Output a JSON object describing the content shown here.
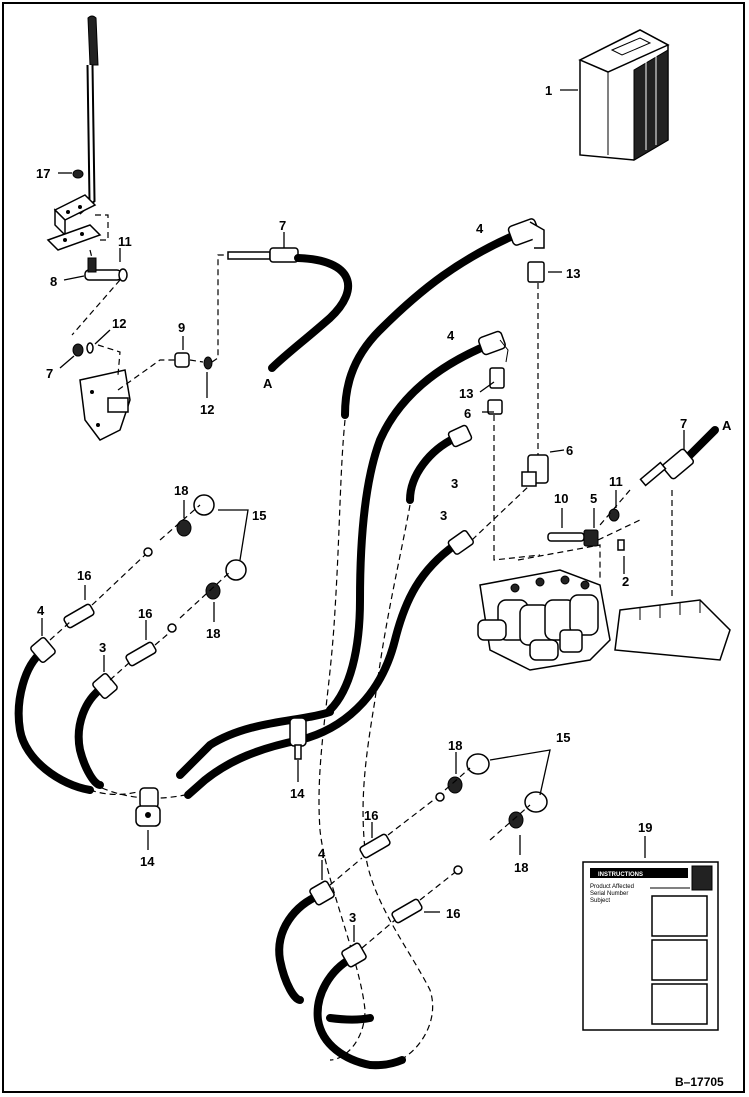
{
  "figure_id": "B–17705",
  "callouts": {
    "c1": "1",
    "c2": "2",
    "c3a": "3",
    "c3b": "3",
    "c3c": "3",
    "c3d": "3",
    "c4a": "4",
    "c4b": "4",
    "c4c": "4",
    "c4d": "4",
    "c5": "5",
    "c6a": "6",
    "c6b": "6",
    "c7a": "7",
    "c7b": "7",
    "c7c": "7",
    "c8": "8",
    "c9": "9",
    "c10": "10",
    "c11a": "11",
    "c11b": "11",
    "c12a": "12",
    "c12b": "12",
    "c13a": "13",
    "c13b": "13",
    "c14a": "14",
    "c14b": "14",
    "c15a": "15",
    "c15b": "15",
    "c16a": "16",
    "c16b": "16",
    "c16c": "16",
    "c16d": "16",
    "c17": "17",
    "c18a": "18",
    "c18b": "18",
    "c18c": "18",
    "c18d": "18",
    "c19": "19",
    "cAa": "A",
    "cAb": "A"
  },
  "instructions_sheet": {
    "header": "INSTRUCTIONS",
    "lines": [
      "Product Affected",
      "Serial Number",
      "Subject"
    ]
  }
}
